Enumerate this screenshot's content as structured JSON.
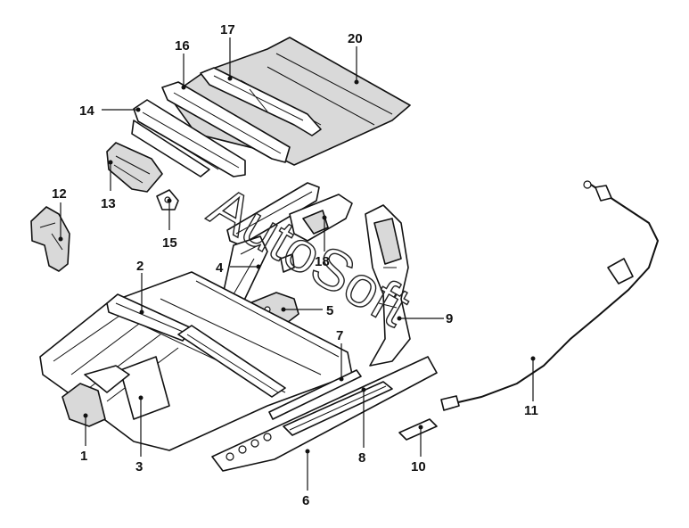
{
  "watermark": "AutoSoft",
  "callouts": [
    {
      "num": "1"
    },
    {
      "num": "2"
    },
    {
      "num": "3"
    },
    {
      "num": "4"
    },
    {
      "num": "5"
    },
    {
      "num": "6"
    },
    {
      "num": "7"
    },
    {
      "num": "8"
    },
    {
      "num": "9"
    },
    {
      "num": "10"
    },
    {
      "num": "11"
    },
    {
      "num": "12"
    },
    {
      "num": "13"
    },
    {
      "num": "14"
    },
    {
      "num": "15"
    },
    {
      "num": "16"
    },
    {
      "num": "17"
    },
    {
      "num": "18"
    },
    {
      "num": "20"
    }
  ]
}
